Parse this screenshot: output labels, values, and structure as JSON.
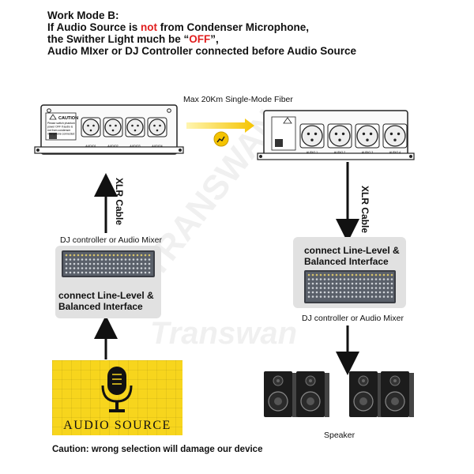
{
  "header": {
    "line1": "Work Mode B:",
    "line2_pre": "If Audio Source is ",
    "line2_red": "not",
    "line2_post": " from Condenser Microphone,",
    "line3_pre": "the Swither Light much be “",
    "line3_red": "OFF",
    "line3_post": "”,",
    "line4": "Audio MIxer or DJ Controller connected before Audio Source"
  },
  "fiber_label": "Max 20Km Single-Mode Fiber",
  "xlr_label_left": "XLR Cable",
  "xlr_label_right": "XLR Cable",
  "left_mixer_label": "DJ controller or Audio Mixer",
  "right_mixer_label": "DJ controller or Audio Mixer",
  "left_panel_text": {
    "line1": "connect  Line-Level &",
    "line2": "Balanced Interface"
  },
  "right_panel_text": {
    "line1": "connect  Line-Level &",
    "line2": "Balanced Interface"
  },
  "audio_source_label": "AUDIO SOURCE",
  "speaker_label": "Speaker",
  "caution_text": "Caution:  wrong selection will damage our device",
  "device_left": {
    "caution_title": "CAUTION",
    "caution_lines": [
      "Please switch phantom",
      "power OFF if audio is",
      "not from condenser",
      "microphone connected"
    ],
    "port_labels": [
      "AUDIO1",
      "AUDIO2",
      "AUDIO3",
      "AUDIO4"
    ]
  },
  "device_right": {
    "port_labels": [
      "AUDIO 1",
      "AUDIO 2",
      "AUDIO 3",
      "AUDIO 4"
    ]
  },
  "watermark": {
    "brand": "TRANSWAN",
    "brand_script": "Transwan"
  },
  "colors": {
    "highlight": "#e01e1e",
    "panel_bg": "#e1e1e1",
    "audio_source_bg": "#f7d51d",
    "fiber_arrow": "#f5c400"
  },
  "icons": [
    "fiber-link-icon",
    "microphone-icon",
    "speaker-icon",
    "mixer-console-icon"
  ]
}
